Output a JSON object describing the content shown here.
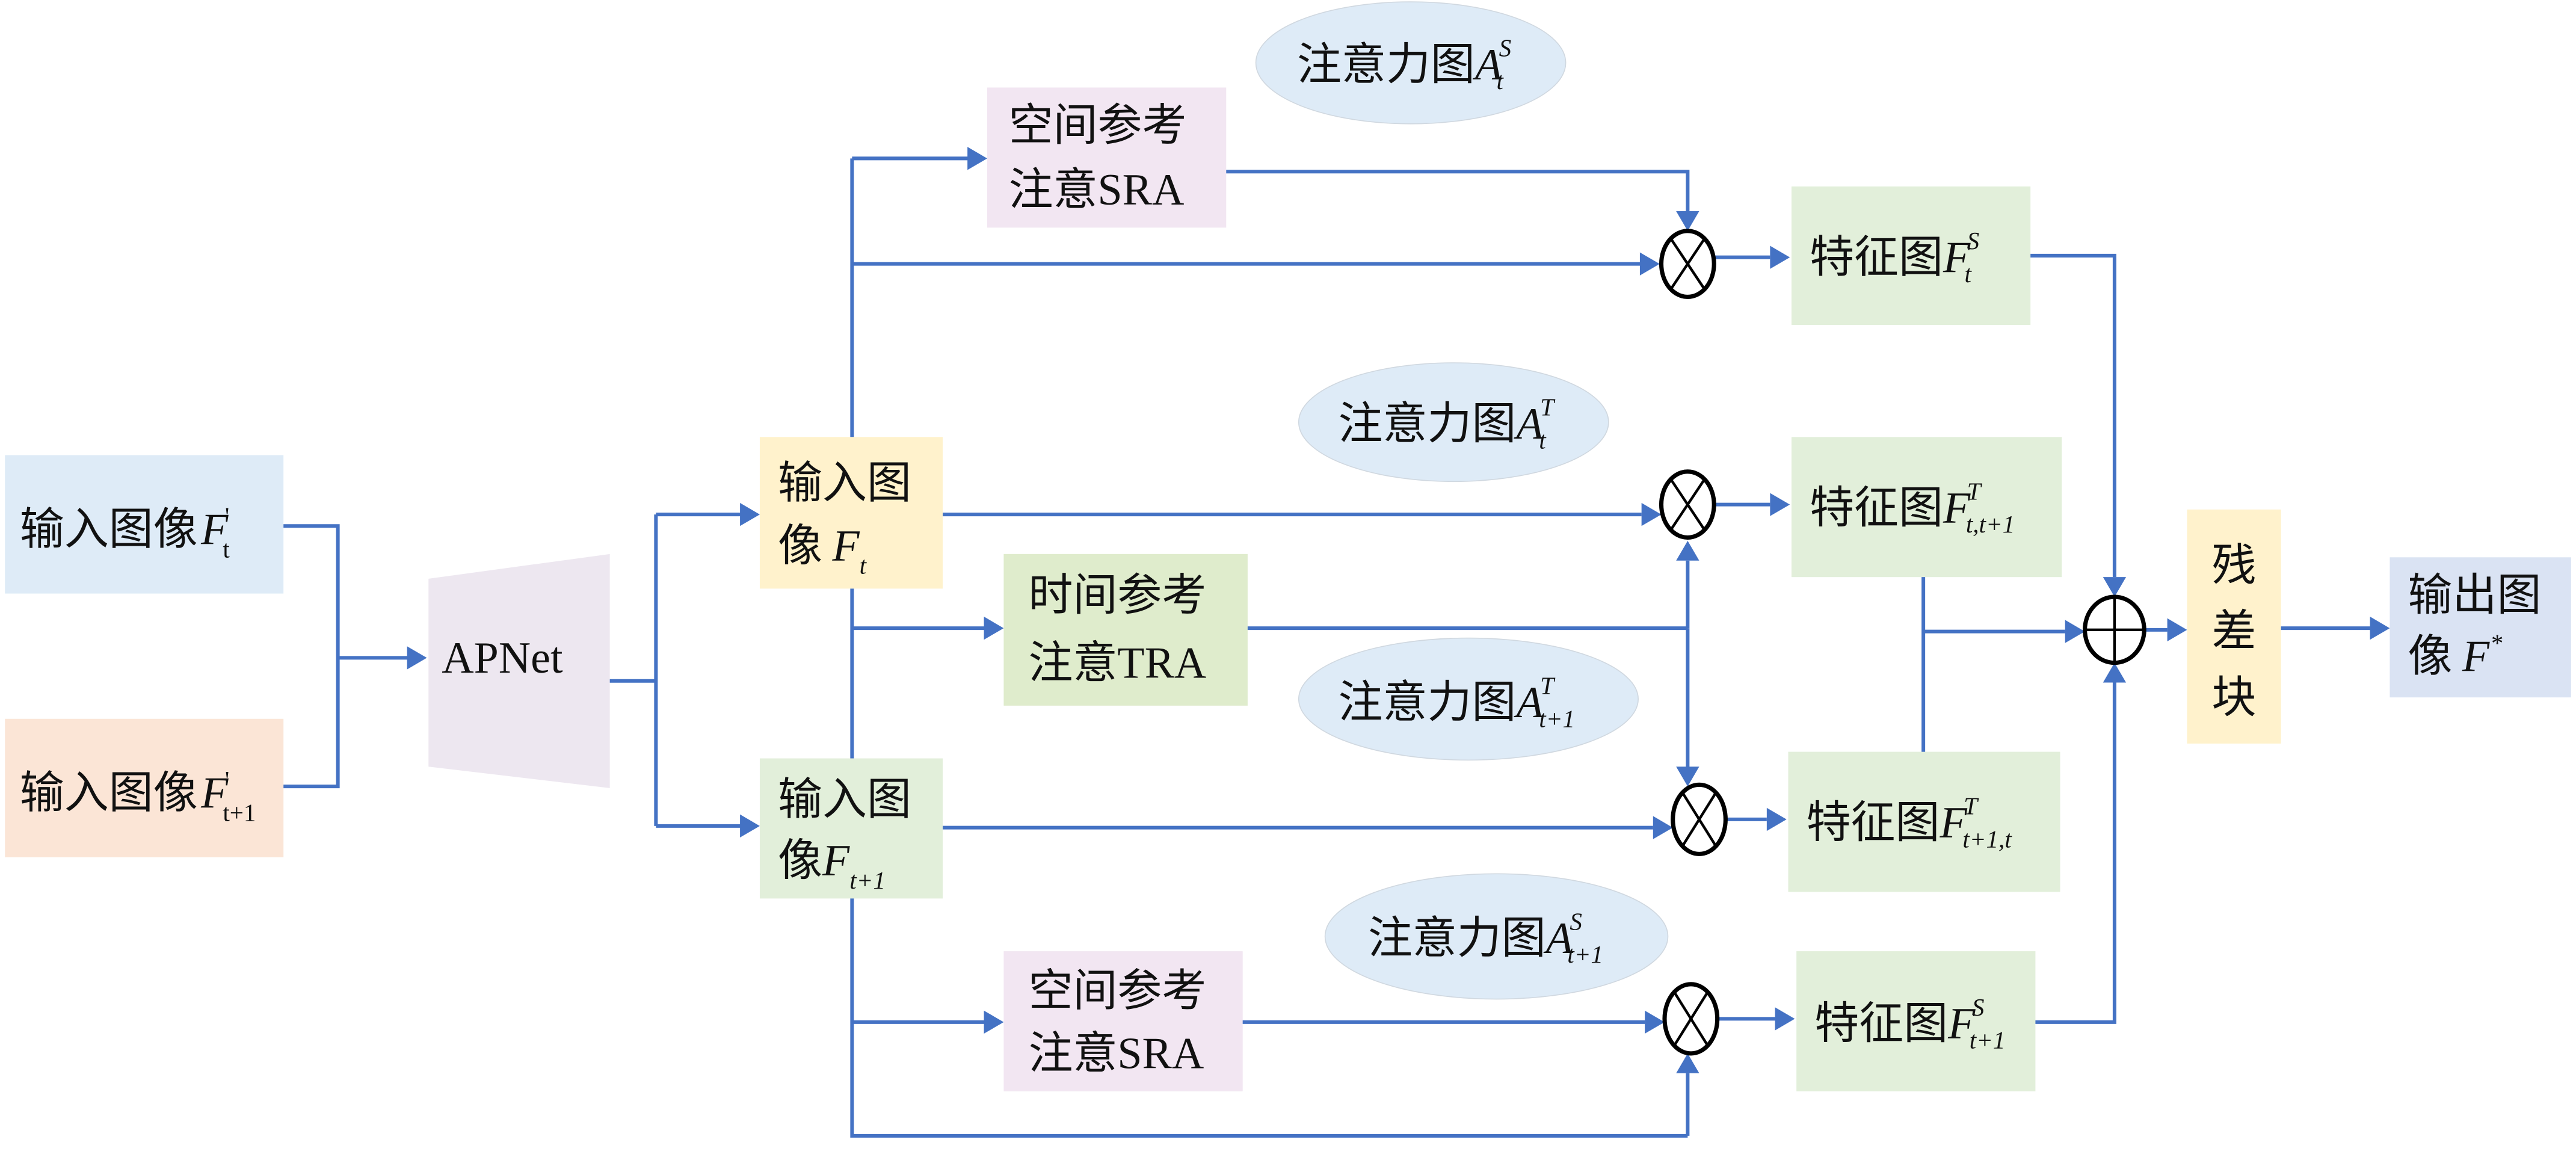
{
  "colors": {
    "arrow": "#4472c4",
    "input_t_prime": "#deebf7",
    "input_t1_prime": "#fbe5d6",
    "apnet": "#ede7f0",
    "input_ft": "#fff2cc",
    "input_ft1": "#e2efda",
    "sra": "#f2e6f2",
    "tra": "#dfeccc",
    "feature": "#e2efda",
    "residual": "#fff2cc",
    "output": "#dae3f3",
    "attention_ellipse": "#deebf7"
  },
  "nodes": {
    "input_t_prime": {
      "text": "输入图像",
      "var": "F",
      "sup": "'",
      "sub": "t"
    },
    "input_t1_prime": {
      "text": "输入图像",
      "var": "F",
      "sup": "'",
      "sub": "t+1"
    },
    "apnet": {
      "text": "APNet"
    },
    "input_ft": {
      "line1": "输入图",
      "line2": "像",
      "var": "F",
      "sub": "t"
    },
    "input_ft1": {
      "line1": "输入图",
      "line2": "像",
      "var": "F",
      "sub": "t+1"
    },
    "sra_top": {
      "line1": "空间参考",
      "line2": "注意SRA"
    },
    "tra": {
      "line1": "时间参考",
      "line2": "注意TRA"
    },
    "sra_bottom": {
      "line1": "空间参考",
      "line2": "注意SRA"
    },
    "att_top": {
      "text": "注意力图",
      "var": "A",
      "sup": "S",
      "sub": "t"
    },
    "att_t": {
      "text": "注意力图",
      "var": "A",
      "sup": "T",
      "sub": "t"
    },
    "att_t1": {
      "text": "注意力图",
      "var": "A",
      "sup": "T",
      "sub": "t+1"
    },
    "att_bottom": {
      "text": "注意力图",
      "var": "A",
      "sup": "S",
      "sub": "t+1"
    },
    "feat_s_t": {
      "text": "特征图",
      "var": "F",
      "sup": "S",
      "sub": "t"
    },
    "feat_t_tt1": {
      "text": "特征图",
      "var": "F",
      "sup": "T",
      "sub": "t,t+1"
    },
    "feat_t_t1t": {
      "text": "特征图",
      "var": "F",
      "sup": "T",
      "sub": "t+1,t"
    },
    "feat_s_t1": {
      "text": "特征图",
      "var": "F",
      "sup": "S",
      "sub": "t+1"
    },
    "residual": {
      "c1": "残",
      "c2": "差",
      "c3": "块"
    },
    "output": {
      "line1": "输出图",
      "line2": "像",
      "var": "F",
      "sup": "*"
    }
  },
  "operators": {
    "multiply": "⊗",
    "add": "⊕"
  }
}
